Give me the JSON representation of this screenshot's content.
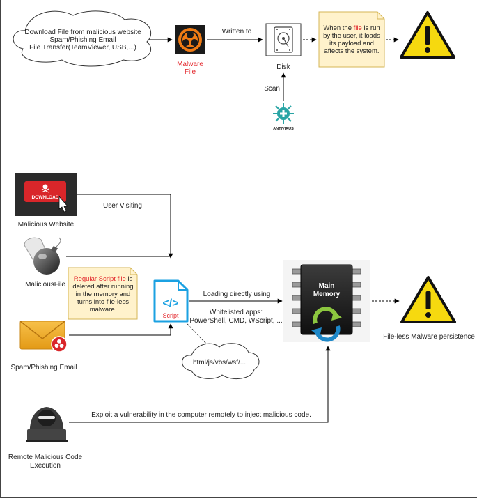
{
  "top": {
    "cloud_lines": [
      "Download File from malicious website",
      "Spam/Phishing Email",
      "File Transfer(TeamViewer, USB,...)"
    ],
    "malware_label": [
      "Malware",
      "File"
    ],
    "written_to": "Written to",
    "disk_label": "Disk",
    "scan_label": "Scan",
    "antivirus_label": "ANTIVIRUS",
    "note": {
      "pre": "When the ",
      "highlight": "file",
      "post": " is run",
      "lines": [
        "by the user, it loads",
        "its payload and",
        "affects the system."
      ]
    }
  },
  "bottom": {
    "website_button": "DOWNLOAD",
    "website_label": "Malicious Website",
    "user_visiting": "User Visiting",
    "malicious_file_label": "MaliciousFile",
    "spam_label": "Spam/Phishing Email",
    "note": {
      "highlight": "Regular Script file",
      "post": " is",
      "lines": [
        "deleted after running",
        "in the memory and",
        "turns into file-less",
        "malware."
      ]
    },
    "script_label": "Script",
    "loading": "Loading directly using",
    "whitelisted": [
      "Whitelisted apps:",
      "PowerShell, CMD, WScript, ..."
    ],
    "cloud_text": "html/js/vbs/wsf/...",
    "memory_label": [
      "Main",
      "Memory"
    ],
    "persistence": "File-less Malware persistence",
    "exploit": "Exploit a vulnerability in the computer remotely to inject malicious code.",
    "remote_label": [
      "Remote Malicious Code",
      "Execution"
    ]
  },
  "colors": {
    "warning": "#f6d90f",
    "note_bg": "#fff2cc",
    "script_blue": "#1ba1e2",
    "danger": "#e3262b"
  }
}
